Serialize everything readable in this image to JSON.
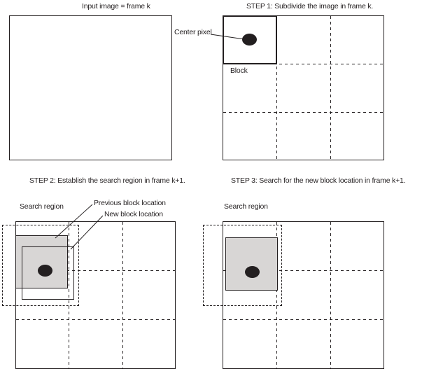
{
  "panels": {
    "input": {
      "title": "Input image = frame k"
    },
    "step1": {
      "title": "STEP 1: Subdivide the image in frame k.",
      "center_pixel_label": "Center pixel",
      "block_label": "Block"
    },
    "step2": {
      "title": "STEP 2: Establish the search region in frame k+1.",
      "search_region_label": "Search region",
      "previous_block_label": "Previous block location",
      "new_block_label": "New block location"
    },
    "step3": {
      "title": "STEP 3: Search for the new block location in frame k+1.",
      "search_region_label": "Search region"
    }
  },
  "colors": {
    "line": "#231f20",
    "shade": "#d8d6d5",
    "bg": "#ffffff"
  }
}
